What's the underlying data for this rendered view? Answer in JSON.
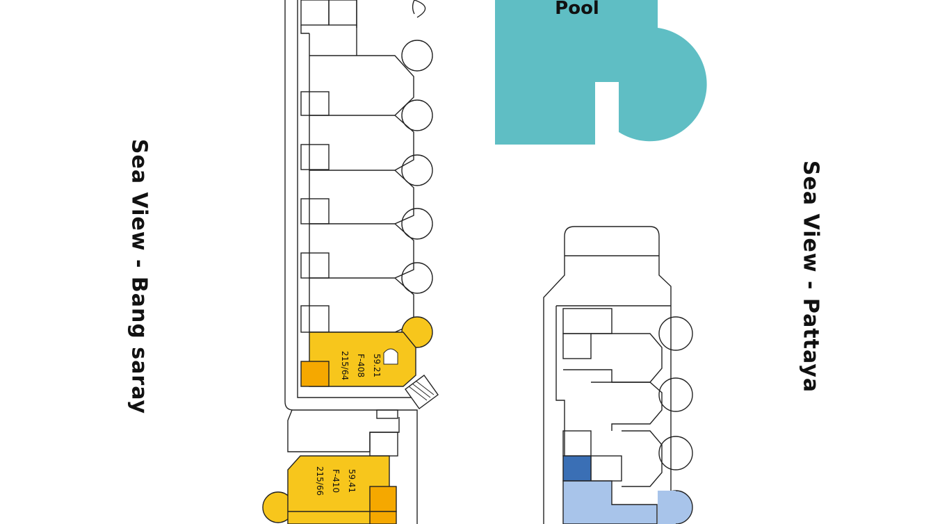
{
  "pool": {
    "label": "Pool",
    "color": "#5fbec4"
  },
  "side_labels": {
    "left": "Sea View - Bang saray",
    "right": "Sea View - Pattaya"
  },
  "units": [
    {
      "area": "59.21",
      "code": "F-408",
      "number": "215/64",
      "status_color": "#f7c61c"
    },
    {
      "area": "59.41",
      "code": "F-410",
      "number": "215/66",
      "status_color": "#f7c61c"
    }
  ],
  "colors": {
    "available": "#f7c61c",
    "room_accent": "#f5a800",
    "right_block_unit": "#a8c4ea",
    "right_block_room": "#3a6fb5",
    "outline": "#222222"
  }
}
